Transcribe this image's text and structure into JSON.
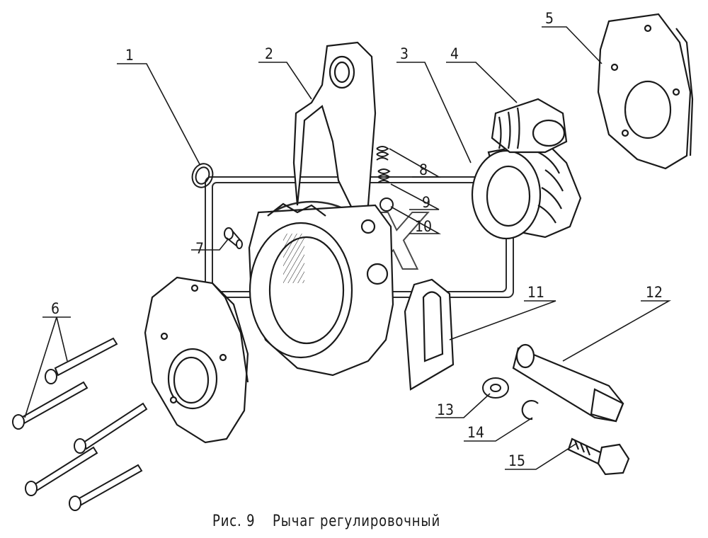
{
  "figure": {
    "caption_number": "Рис. 9",
    "caption_title": "Рычаг регулировочный"
  },
  "watermark": "AGEX",
  "callouts": [
    "1",
    "2",
    "3",
    "4",
    "5",
    "6",
    "7",
    "8",
    "9",
    "10",
    "11",
    "12",
    "13",
    "14",
    "15"
  ],
  "colors": {
    "ink": "#1a1a1a",
    "watermark": "#333333",
    "background": "#ffffff"
  }
}
